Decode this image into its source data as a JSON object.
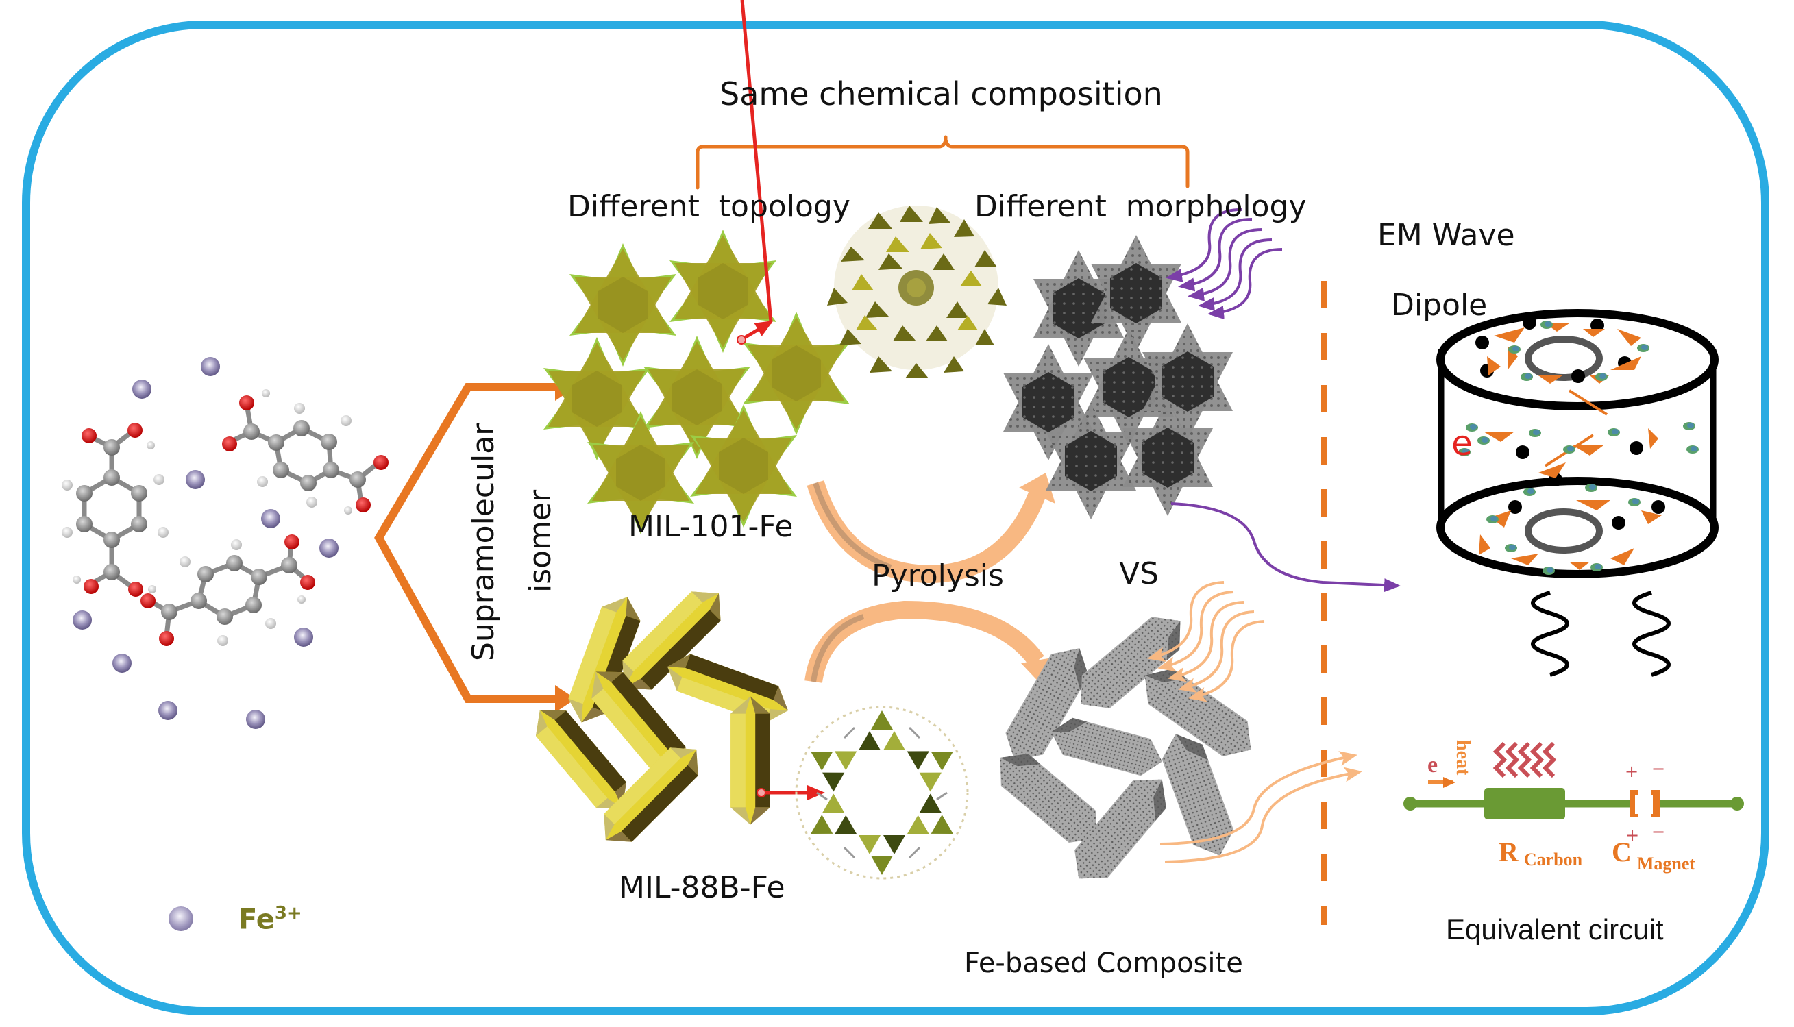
{
  "figure": {
    "frame_color": "#29abe2",
    "accent_orange": "#e87722",
    "accent_peach": "#f8b882",
    "em_wave_purple": "#7b3fa8",
    "circuit_green": "#6a9a34"
  },
  "header": {
    "title": "Same chemical composition",
    "left_branch": "Different  topology",
    "right_branch": "Different  morphology"
  },
  "precursors": {
    "ion_label_base": "Fe",
    "ion_label_sup": "3+",
    "ion_color": "#8a82a8",
    "ion_label_color": "#7a7a22",
    "linker": "terephthalic acid (ball-and-stick)"
  },
  "branch": {
    "label_line1": "Supramolecular",
    "label_line2": "isomer"
  },
  "mofs": {
    "top": {
      "name": "MIL-101-Fe",
      "crystal_color": "#a8a428",
      "edge_color": "#9cce4a"
    },
    "bottom": {
      "name": "MIL-88B-Fe",
      "crystal_color": "#e8d83a",
      "dark_face": "#4a3e10"
    }
  },
  "process": {
    "step": "Pyrolysis"
  },
  "products": {
    "top": "VS",
    "bottom": "Fe-based Composite"
  },
  "mechanism": {
    "em_wave": "EM Wave",
    "dipole": "Dipole",
    "electron": "e"
  },
  "circuit": {
    "title": "Equivalent circuit",
    "electron": "e",
    "heat": "heat",
    "resistor": "R",
    "resistor_sub": "Carbon",
    "capacitor": "C",
    "capacitor_sub": "Magnet",
    "plus": "+",
    "minus": "−"
  }
}
